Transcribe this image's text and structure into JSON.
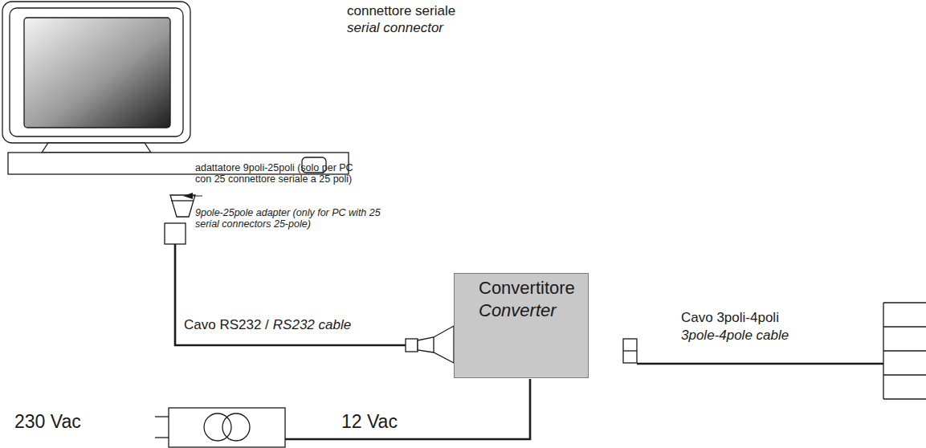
{
  "diagram": {
    "nodes": [
      {
        "text": [
          "Convertitore",
          "Converter"
        ]
      }
    ],
    "labels": [
      "connettore seriale",
      "serial connector",
      "adattatore 9poli-25poli (solo per PC con 25 connettore seriale a 25 poli)",
      "9pole-25pole adapter (only for PC with 25 serial connectors 25-pole)",
      "Cavo RS232 /",
      "RS232 cable",
      "Cavo 3poli-4poli",
      "3pole-4pole cable",
      "12 Vac",
      "230 Vac"
    ]
  }
}
